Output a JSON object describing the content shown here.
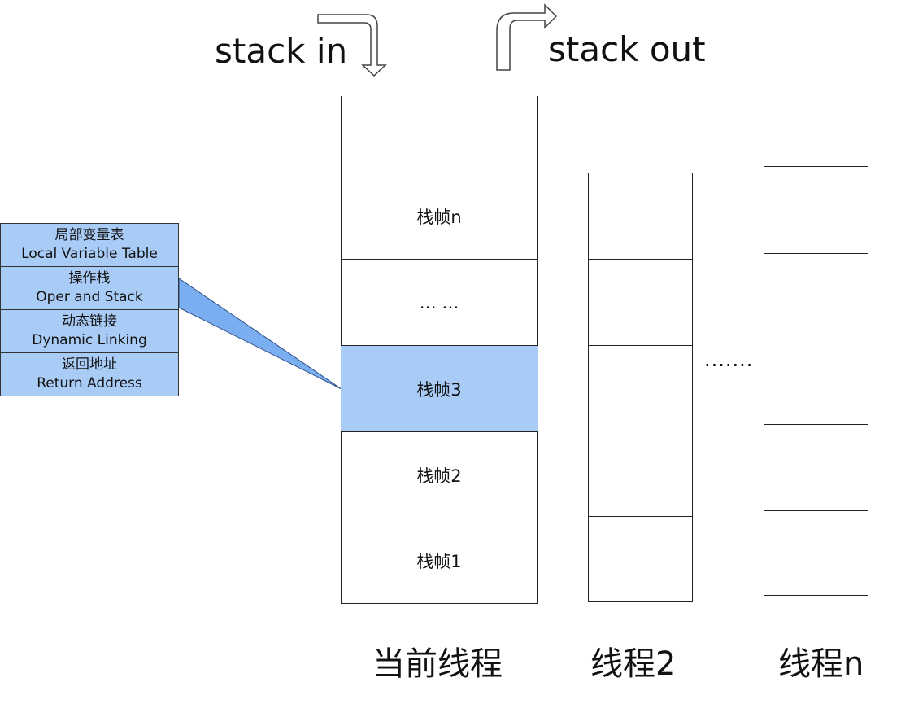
{
  "top": {
    "stack_in": "stack in",
    "stack_out": "stack out"
  },
  "current_thread": {
    "label": "当前线程",
    "frames": [
      "",
      "栈帧n",
      "… …",
      "栈帧3",
      "栈帧2",
      "栈帧1"
    ],
    "highlighted_frame": "栈帧3"
  },
  "thread2": {
    "label": "线程2"
  },
  "threadn": {
    "label": "线程n"
  },
  "ellipsis": ".......",
  "frame_detail": [
    {
      "cn": "局部变量表",
      "en": "Local Variable Table"
    },
    {
      "cn": "操作栈",
      "en": "Oper and Stack"
    },
    {
      "cn": "动态链接",
      "en": "Dynamic Linking"
    },
    {
      "cn": "返回地址",
      "en": "Return Address"
    }
  ],
  "colors": {
    "highlight": "#a9ccf7",
    "callout": "#7aaef0",
    "border": "#222222"
  }
}
